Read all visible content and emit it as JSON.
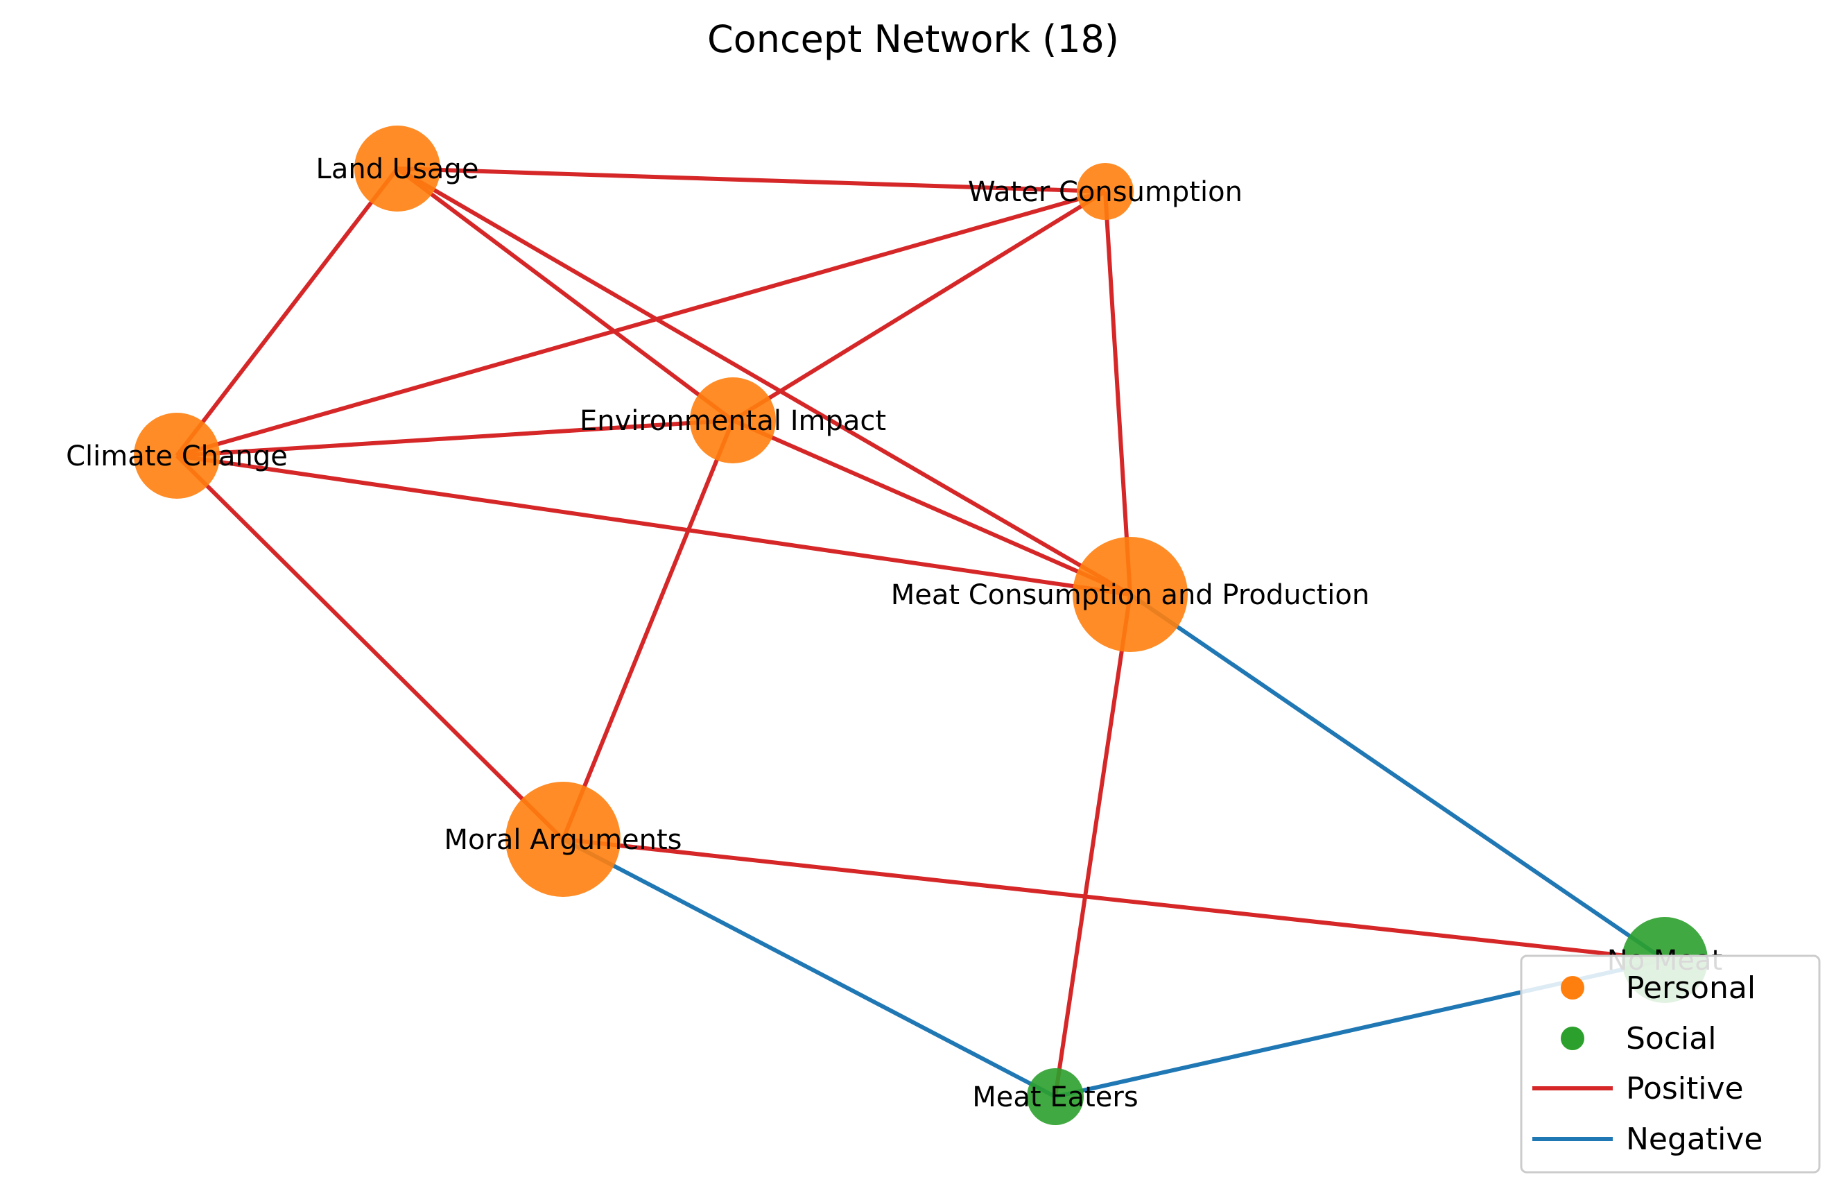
{
  "title": "Concept Network (18)",
  "colors": {
    "personal": "#ff7f0e",
    "social": "#2ca02c",
    "positive": "#d62728",
    "negative": "#1f77b4"
  },
  "nodes": [
    {
      "id": "land",
      "label": "Land Usage",
      "category": "personal",
      "size": "medium"
    },
    {
      "id": "water",
      "label": "Water Consumption",
      "category": "personal",
      "size": "small"
    },
    {
      "id": "climate",
      "label": "Climate Change",
      "category": "personal",
      "size": "medium"
    },
    {
      "id": "env",
      "label": "Environmental Impact",
      "category": "personal",
      "size": "medium"
    },
    {
      "id": "meat",
      "label": "Meat Consumption and Production",
      "category": "personal",
      "size": "large"
    },
    {
      "id": "moral",
      "label": "Moral Arguments",
      "category": "personal",
      "size": "large"
    },
    {
      "id": "nomeat",
      "label": "No Meat",
      "category": "social",
      "size": "medium"
    },
    {
      "id": "eaters",
      "label": "Meat Eaters",
      "category": "social",
      "size": "small"
    }
  ],
  "edges": [
    {
      "source": "land",
      "target": "water",
      "sign": "positive"
    },
    {
      "source": "land",
      "target": "climate",
      "sign": "positive"
    },
    {
      "source": "land",
      "target": "env",
      "sign": "positive"
    },
    {
      "source": "land",
      "target": "meat",
      "sign": "positive"
    },
    {
      "source": "water",
      "target": "climate",
      "sign": "positive"
    },
    {
      "source": "water",
      "target": "env",
      "sign": "positive"
    },
    {
      "source": "water",
      "target": "meat",
      "sign": "positive"
    },
    {
      "source": "climate",
      "target": "env",
      "sign": "positive"
    },
    {
      "source": "climate",
      "target": "meat",
      "sign": "positive"
    },
    {
      "source": "climate",
      "target": "moral",
      "sign": "positive"
    },
    {
      "source": "env",
      "target": "meat",
      "sign": "positive"
    },
    {
      "source": "env",
      "target": "moral",
      "sign": "positive"
    },
    {
      "source": "meat",
      "target": "eaters",
      "sign": "positive"
    },
    {
      "source": "moral",
      "target": "nomeat",
      "sign": "positive"
    },
    {
      "source": "meat",
      "target": "nomeat",
      "sign": "negative"
    },
    {
      "source": "moral",
      "target": "eaters",
      "sign": "negative"
    },
    {
      "source": "eaters",
      "target": "nomeat",
      "sign": "negative"
    }
  ],
  "legend": {
    "personal": "Personal",
    "social": "Social",
    "positive": "Positive",
    "negative": "Negative"
  }
}
